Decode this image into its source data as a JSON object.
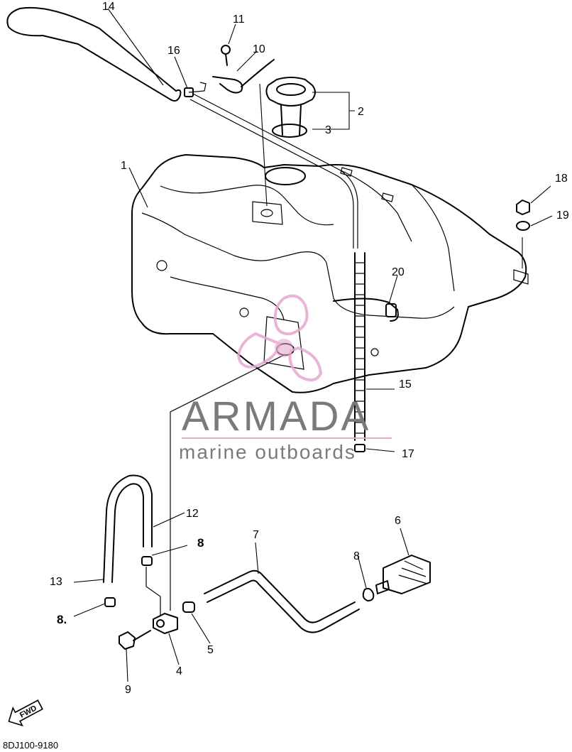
{
  "diagram": {
    "callouts": [
      {
        "id": "c1",
        "label": "1"
      },
      {
        "id": "c2",
        "label": "2"
      },
      {
        "id": "c3",
        "label": "3"
      },
      {
        "id": "c4",
        "label": "4"
      },
      {
        "id": "c5",
        "label": "5"
      },
      {
        "id": "c6",
        "label": "6"
      },
      {
        "id": "c7",
        "label": "7"
      },
      {
        "id": "c8a",
        "label": "8"
      },
      {
        "id": "c8b",
        "label": "8"
      },
      {
        "id": "c8c",
        "label": "8."
      },
      {
        "id": "c9",
        "label": "9"
      },
      {
        "id": "c10",
        "label": "10"
      },
      {
        "id": "c11",
        "label": "11"
      },
      {
        "id": "c12",
        "label": "12"
      },
      {
        "id": "c13",
        "label": "13"
      },
      {
        "id": "c14",
        "label": "14"
      },
      {
        "id": "c15",
        "label": "15"
      },
      {
        "id": "c16",
        "label": "16"
      },
      {
        "id": "c17",
        "label": "17"
      },
      {
        "id": "c18",
        "label": "18"
      },
      {
        "id": "c19",
        "label": "19"
      },
      {
        "id": "c20",
        "label": "20"
      }
    ],
    "direction_arrow_label": "FWD",
    "drawing_code": "8DJ100-9180"
  },
  "watermark": {
    "brand": "ARMADA",
    "tagline": "marine outboards",
    "brand_color": "#7a7a7a",
    "accent_color": "#e6a8cf"
  }
}
